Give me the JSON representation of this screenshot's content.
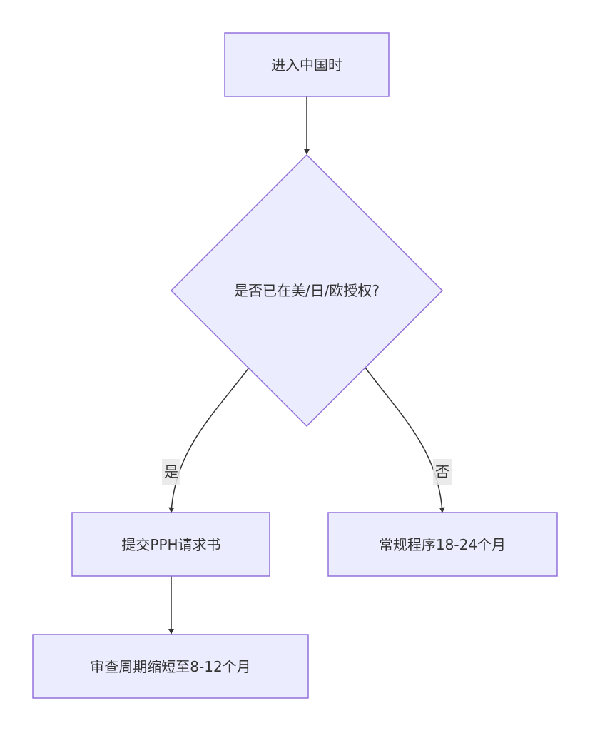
{
  "nodes": {
    "enter_china": {
      "label": "进入中国时"
    },
    "decision": {
      "label": "是否已在美/日/欧授权?"
    },
    "submit_pph": {
      "label": "提交PPH请求书"
    },
    "regular": {
      "label": "常规程序18-24个月"
    },
    "shortened": {
      "label": "审查周期缩短至8-12个月"
    }
  },
  "edges": {
    "yes": {
      "label": "是"
    },
    "no": {
      "label": "否"
    }
  },
  "colors": {
    "node_fill": "#ececff",
    "node_stroke": "#9370db",
    "edge": "#333333",
    "text": "#333333",
    "label_bg": "#e8e8e8"
  }
}
